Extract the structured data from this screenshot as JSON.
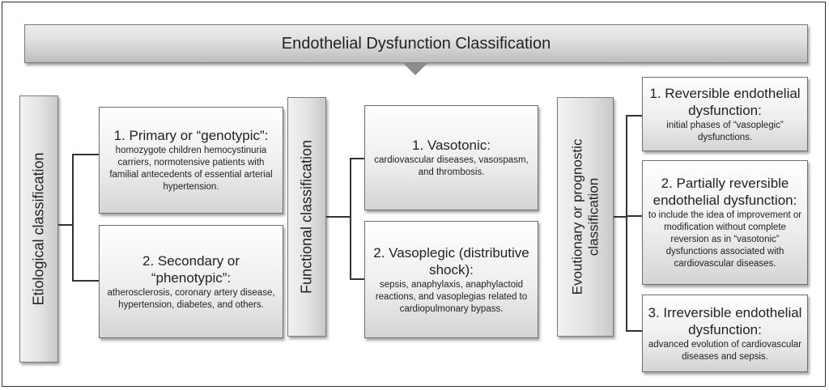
{
  "title": "Endothelial Dysfunction Classification",
  "colors": {
    "line": "#333333",
    "arrow": "#8c8c8c",
    "box_fill": "#e6e6e6"
  },
  "etiological": {
    "label": "Etiological classification",
    "items": [
      {
        "title": "1. Primary or “genotypic”:",
        "desc": "homozygote children hemocystinuria carriers, normotensive patients with familial antecedents of essential arterial hypertension."
      },
      {
        "title": "2. Secondary or “phenotypic”:",
        "desc": "atherosclerosis, coronary artery disease, hypertension, diabetes, and others."
      }
    ]
  },
  "functional": {
    "label": "Functional classification",
    "items": [
      {
        "title": "1. Vasotonic:",
        "desc": "cardiovascular diseases, vasospasm, and thrombosis."
      },
      {
        "title": "2. Vasoplegic (distributive shock):",
        "desc": "sepsis, anaphylaxis, anaphylactoid reactions, and vasoplegias related to cardiopulmonary bypass."
      }
    ]
  },
  "evolutionary": {
    "label_line1": "Evoutionary or prognostic",
    "label_line2": "classification",
    "items": [
      {
        "title": "1. Reversible endothelial dysfunction:",
        "desc": "initial phases of “vasoplegic” dysfunctions."
      },
      {
        "title": "2. Partially reversible endothelial dysfunction:",
        "desc": "to include the idea of improvement or modification without complete reversion as in “vasotonic” dysfunctions associated with cardiovascular diseases."
      },
      {
        "title": "3. Irreversible endothelial dysfunction:",
        "desc": "advanced evolution of cardiovascular diseases and sepsis."
      }
    ]
  }
}
